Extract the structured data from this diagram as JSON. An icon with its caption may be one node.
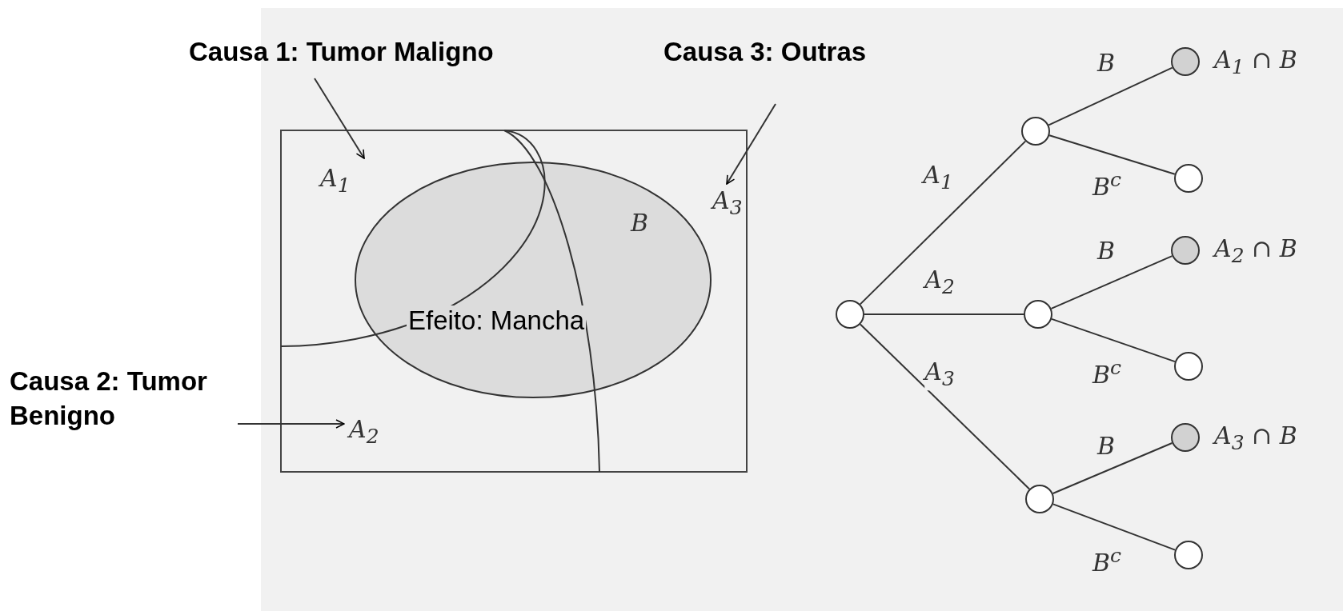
{
  "diagram": {
    "nodes": [
      {
        "text": [
          "Causa 1: Tumor Maligno"
        ]
      },
      {
        "text": [
          "Causa 3: Outras"
        ]
      },
      {
        "text": [
          "Causa 2: Tumor Benigno"
        ]
      },
      {
        "text": [
          "A$_{1}$"
        ]
      },
      {
        "text": [
          "A$_{2}$"
        ]
      },
      {
        "text": [
          "A$_{3}$"
        ]
      },
      {
        "text": [
          "B",
          "Efeito: Mancha"
        ]
      },
      {
        "text": [],
        "shape": "circle"
      },
      {
        "text": [],
        "shape": "circle"
      },
      {
        "text": [],
        "shape": "circle"
      },
      {
        "text": [],
        "shape": "circle"
      },
      {
        "text": [],
        "shape": "circle",
        "beside": [
          "A$_{1}$ ∩ B"
        ]
      },
      {
        "text": [],
        "shape": "circle"
      },
      {
        "text": [],
        "shape": "circle",
        "beside": [
          "A$_{2}$ ∩ B"
        ]
      },
      {
        "text": [],
        "shape": "circle"
      },
      {
        "text": [],
        "shape": "circle",
        "beside": [
          "A$_{3}$ ∩ B"
        ]
      },
      {
        "text": [],
        "shape": "circle"
      }
    ],
    "edges": [
      {
        "from": 0,
        "to": 3,
        "arrow": "to"
      },
      {
        "from": 1,
        "to": 5,
        "arrow": "to"
      },
      {
        "from": 2,
        "to": 4,
        "arrow": "to"
      },
      {
        "from": 7,
        "to": 8,
        "arrow": "none",
        "label": "A$_{1}$"
      },
      {
        "from": 7,
        "to": 9,
        "arrow": "none",
        "label": "A$_{2}$"
      },
      {
        "from": 7,
        "to": 10,
        "arrow": "none",
        "label": "A$_{3}$"
      },
      {
        "from": 8,
        "to": 11,
        "arrow": "none",
        "label": "B"
      },
      {
        "from": 8,
        "to": 12,
        "arrow": "none",
        "label": "B$^{c}$"
      },
      {
        "from": 9,
        "to": 13,
        "arrow": "none",
        "label": "B"
      },
      {
        "from": 9,
        "to": 14,
        "arrow": "none",
        "label": "B$^{c}$"
      },
      {
        "from": 10,
        "to": 15,
        "arrow": "none",
        "label": "B"
      },
      {
        "from": 10,
        "to": 16,
        "arrow": "none",
        "label": "B$^{c}$"
      }
    ]
  }
}
